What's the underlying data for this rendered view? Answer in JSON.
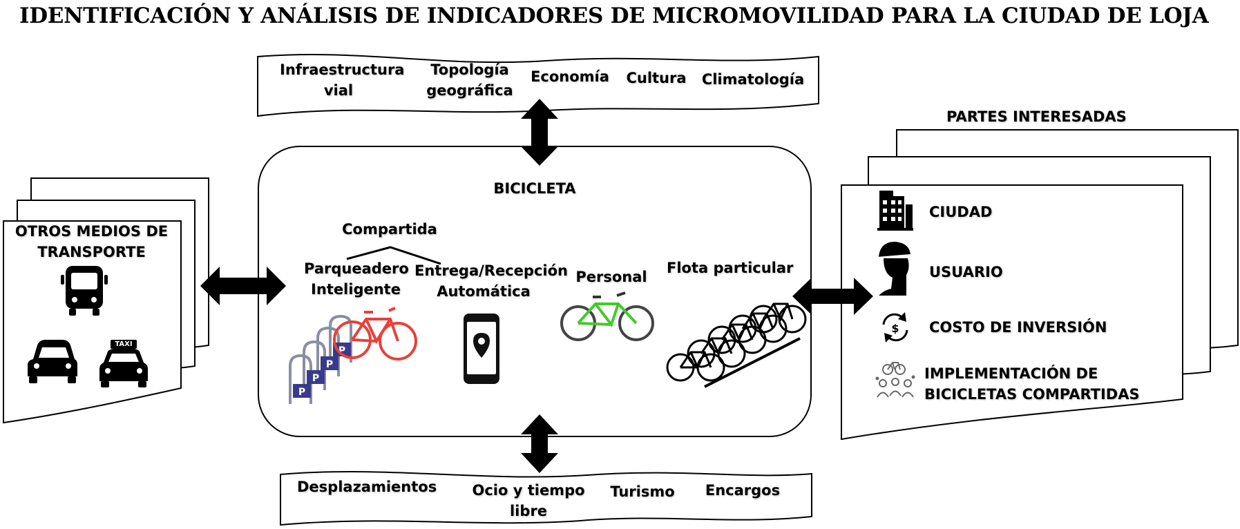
{
  "title": "IDENTIFICACIÓN Y ANÁLISIS DE INDICADORES DE MICROMOVILIDAD PARA LA CIUDAD DE LOJA",
  "top_factors": {
    "infraestructura": [
      "Infraestructura",
      "vial"
    ],
    "topologia": [
      "Topología",
      "geográfica"
    ],
    "economia": "Economía",
    "cultura": "Cultura",
    "climatologia": "Climatología"
  },
  "left_panel": {
    "title": [
      "OTROS MEDIOS DE",
      "TRANSPORTE"
    ],
    "taxi_sign": "TAXI"
  },
  "center": {
    "title": "BICICLETA",
    "shared": "Compartida",
    "smart_parking": [
      "Parqueadero",
      "Inteligente"
    ],
    "auto_delivery": [
      "Entrega/Recepción",
      "Automática"
    ],
    "personal": "Personal",
    "private_fleet": "Flota particular"
  },
  "right_panel": {
    "title": "PARTES INTERESADAS",
    "items": [
      "CIUDAD",
      "USUARIO",
      "COSTO DE INVERSIÓN"
    ],
    "implementation": [
      "IMPLEMENTACIÓN DE",
      "BICICLETAS COMPARTIDAS"
    ]
  },
  "bottom_uses": {
    "desplazamientos": "Desplazamientos",
    "ocio": [
      "Ocio y tiempo",
      "libre"
    ],
    "turismo": "Turismo",
    "encargos": "Encargos"
  },
  "colors": {
    "red_bike": "#e8403a",
    "green_bike": "#44c92c",
    "parking_blue": "#3a3a8c"
  }
}
